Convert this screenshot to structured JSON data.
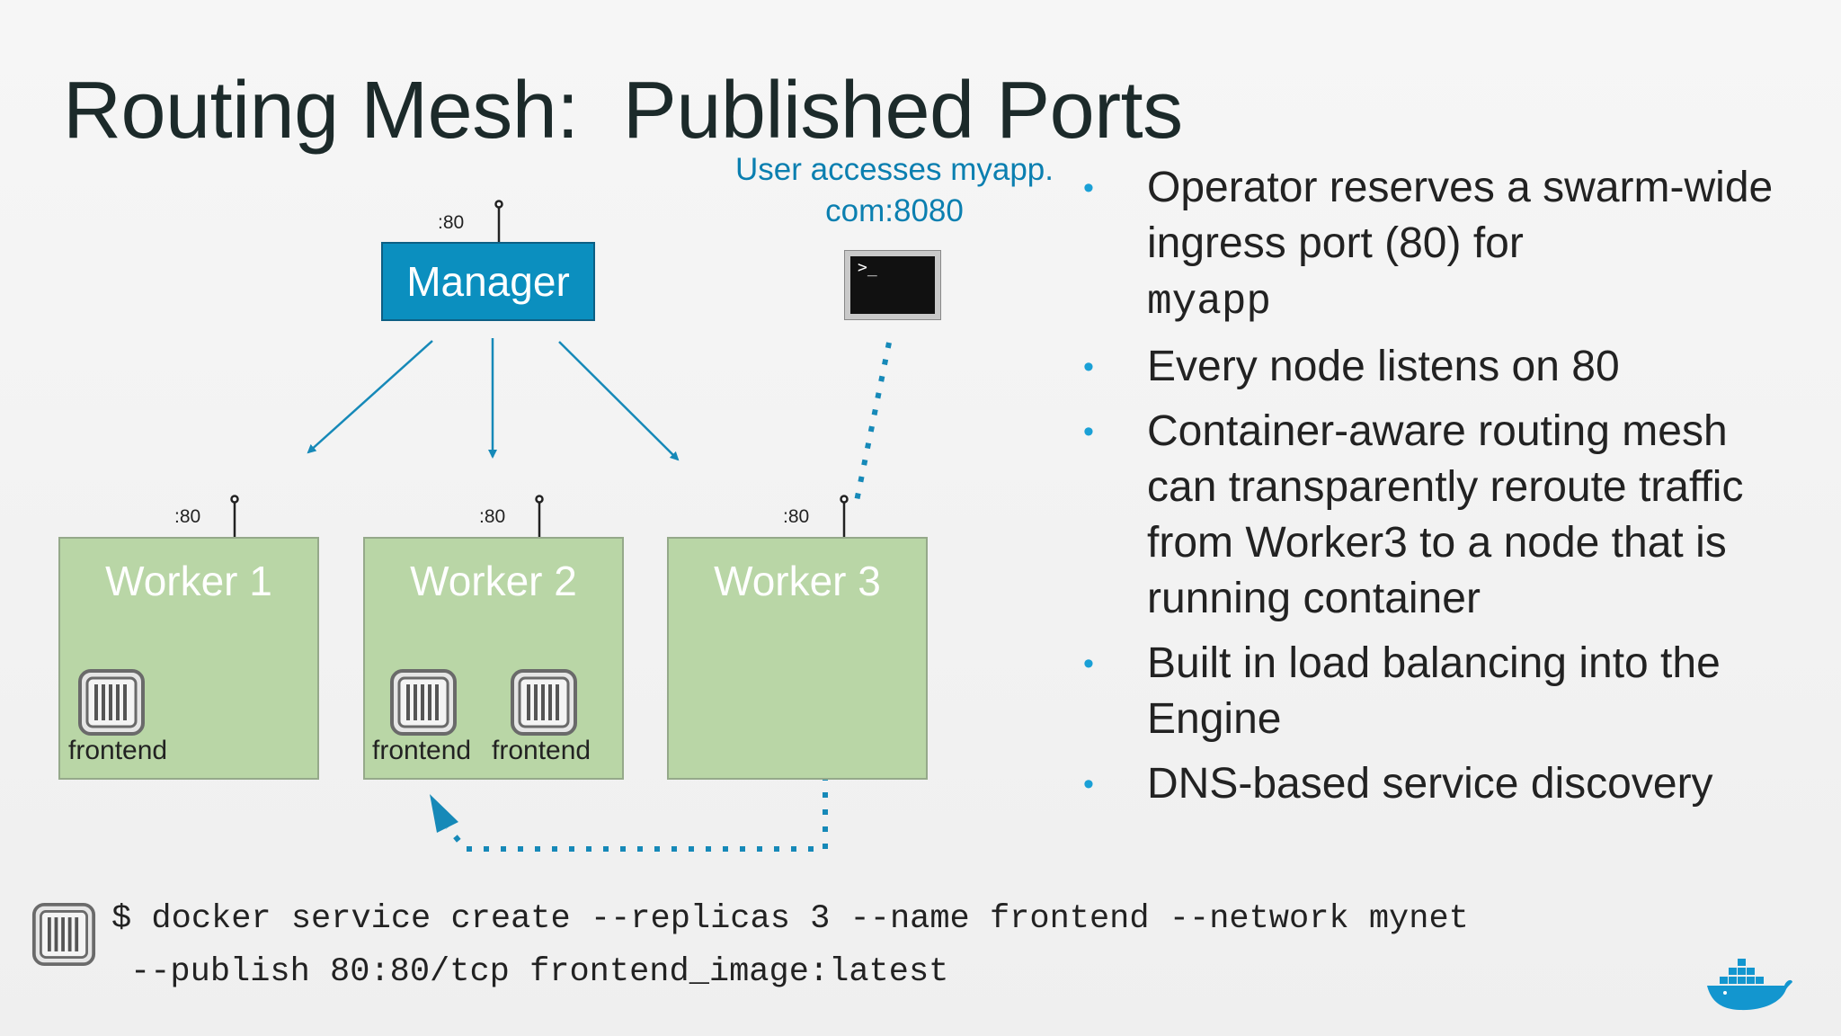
{
  "slide": {
    "title": "Routing Mesh:  Published Ports",
    "manager_label": "Manager",
    "port_label": ":80",
    "workers": [
      {
        "label": "Worker 1",
        "containers": [
          "frontend"
        ]
      },
      {
        "label": "Worker 2",
        "containers": [
          "frontend",
          "frontend"
        ]
      },
      {
        "label": "Worker 3",
        "containers": []
      }
    ],
    "user_label_line1": "User accesses myapp.",
    "user_label_line2": "com:8080",
    "terminal_prompt": ">_",
    "bullets": [
      {
        "text": "Operator reserves a swarm-wide ingress port (80) for",
        "code": "myapp"
      },
      {
        "text": "Every node listens on 80"
      },
      {
        "text": "Container-aware routing mesh can transparently reroute traffic from Worker3 to a node that is running container"
      },
      {
        "text": "Built in load balancing into the Engine"
      },
      {
        "text": "DNS-based service discovery"
      }
    ],
    "command_line1": "$ docker service create --replicas 3 --name frontend --network mynet",
    "command_line2": "--publish 80:80/tcp frontend_image:latest"
  },
  "colors": {
    "manager": "#0b8fbf",
    "worker": "#b9d6a6",
    "arrow": "#1689b8",
    "bullet": "#1aa0d6"
  },
  "icons": [
    "container-icon",
    "terminal-icon",
    "docker-whale-logo"
  ]
}
